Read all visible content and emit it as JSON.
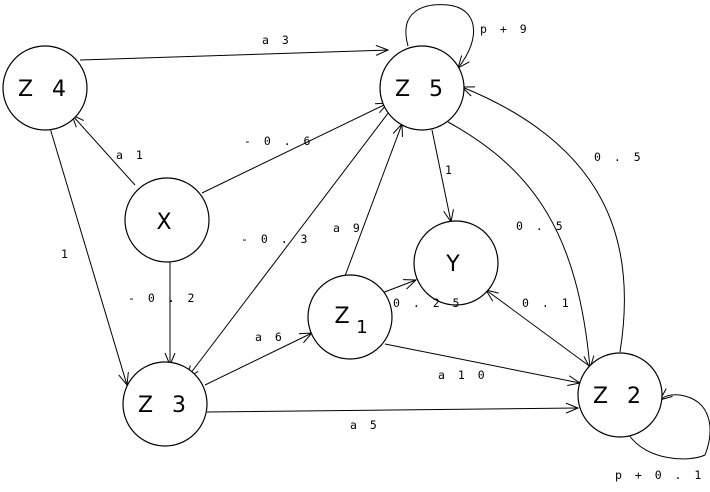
{
  "nodes": {
    "z4": "Z 4",
    "z5": "Z 5",
    "x": "X",
    "y": "Y",
    "z1_main": "Z",
    "z1_sub": "1",
    "z3": "Z 3",
    "z2": "Z 2"
  },
  "edges": {
    "z4_z5": "a 3",
    "z5_self": "p + 9",
    "x_z4": "a 1",
    "x_z5": "- 0 . 6",
    "z5_y": "1",
    "z2_z5": "0 . 5",
    "z5_z2": "0 . 5",
    "z4_z3": "1",
    "z5_z3": "- 0 . 3",
    "z1_z5": "a 9",
    "x_z3": "- 0 . 2",
    "z1_y": "0 . 2 5",
    "z2_y": "0 . 1",
    "z3_z1": "a 6",
    "z1_z2": "a 1 0",
    "z3_z2": "a 5",
    "z2_self": "p + 0 . 1"
  }
}
